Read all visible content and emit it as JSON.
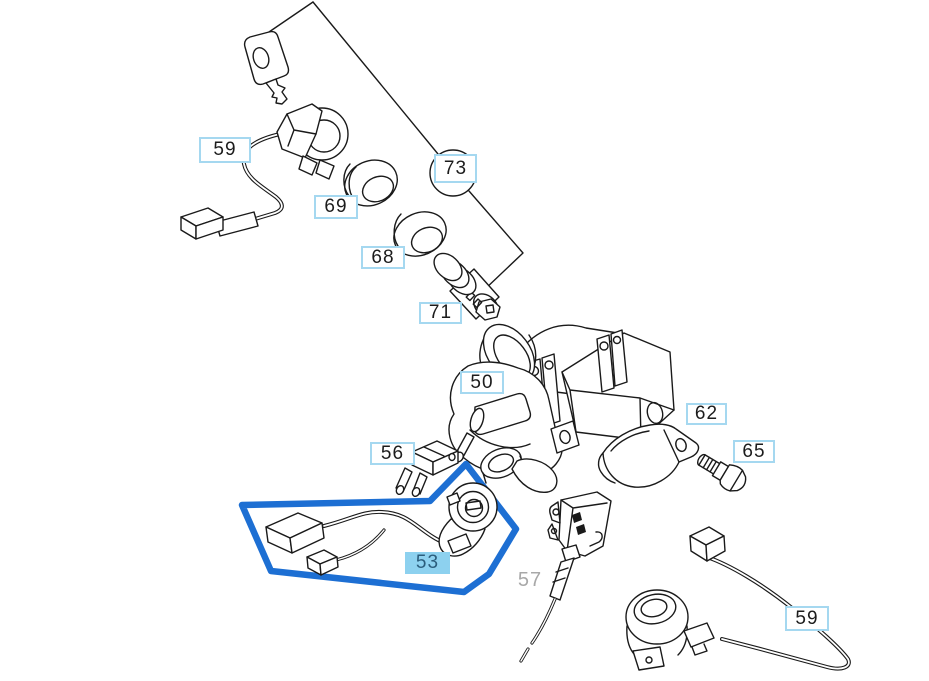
{
  "diagram": {
    "kind": "exploded-parts-diagram",
    "selected_part_number": "53",
    "colors": {
      "background": "#ffffff",
      "line_art": "#1a1a1a",
      "label_border": "#a5d8f0",
      "label_background": "#ffffff",
      "label_text": "#1c1c1c",
      "highlight_fill": "#8dd1ef",
      "highlight_text": "#2b5d7c",
      "selection_outline": "#1d6fd3",
      "muted_text": "#a8a8a8"
    },
    "parts": [
      {
        "id": "59-top",
        "number": "59",
        "style": "default"
      },
      {
        "id": "69",
        "number": "69",
        "style": "default"
      },
      {
        "id": "68",
        "number": "68",
        "style": "default"
      },
      {
        "id": "71",
        "number": "71",
        "style": "default"
      },
      {
        "id": "73",
        "number": "73",
        "style": "default",
        "callout": "circle"
      },
      {
        "id": "50",
        "number": "50",
        "style": "default"
      },
      {
        "id": "56",
        "number": "56",
        "style": "default"
      },
      {
        "id": "62",
        "number": "62",
        "style": "default"
      },
      {
        "id": "65",
        "number": "65",
        "style": "default"
      },
      {
        "id": "53",
        "number": "53",
        "style": "highlighted"
      },
      {
        "id": "57",
        "number": "57",
        "style": "muted"
      },
      {
        "id": "59-bottom",
        "number": "59",
        "style": "default"
      }
    ]
  }
}
